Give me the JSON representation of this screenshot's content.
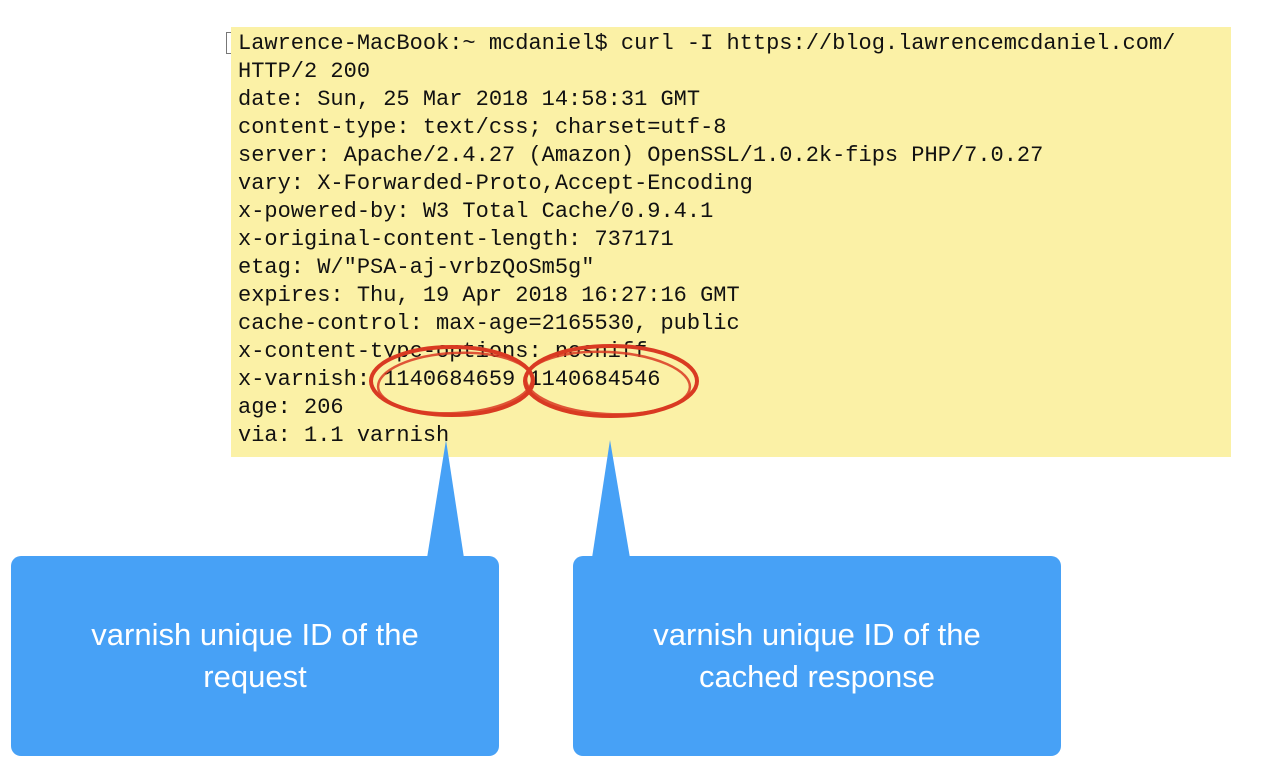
{
  "terminal": {
    "lines": [
      "Lawrence-MacBook:~ mcdaniel$ curl -I https://blog.lawrencemcdaniel.com/",
      "HTTP/2 200",
      "date: Sun, 25 Mar 2018 14:58:31 GMT",
      "content-type: text/css; charset=utf-8",
      "server: Apache/2.4.27 (Amazon) OpenSSL/1.0.2k-fips PHP/7.0.27",
      "vary: X-Forwarded-Proto,Accept-Encoding",
      "x-powered-by: W3 Total Cache/0.9.4.1",
      "x-original-content-length: 737171",
      "etag: W/\"PSA-aj-vrbzQoSm5g\"",
      "expires: Thu, 19 Apr 2018 16:27:16 GMT",
      "cache-control: max-age=2165530, public",
      "x-content-type-options: nosniff",
      "x-varnish: 1140684659 1140684546",
      "age: 206",
      "via: 1.1 varnish"
    ]
  },
  "callouts": {
    "request_label": "varnish unique ID of the request",
    "cached_label": "varnish unique ID of the cached response"
  },
  "colors": {
    "terminal_bg": "#fbf1a6",
    "callout_bg": "#47a1f6",
    "annotation_circle": "#d93a22"
  }
}
